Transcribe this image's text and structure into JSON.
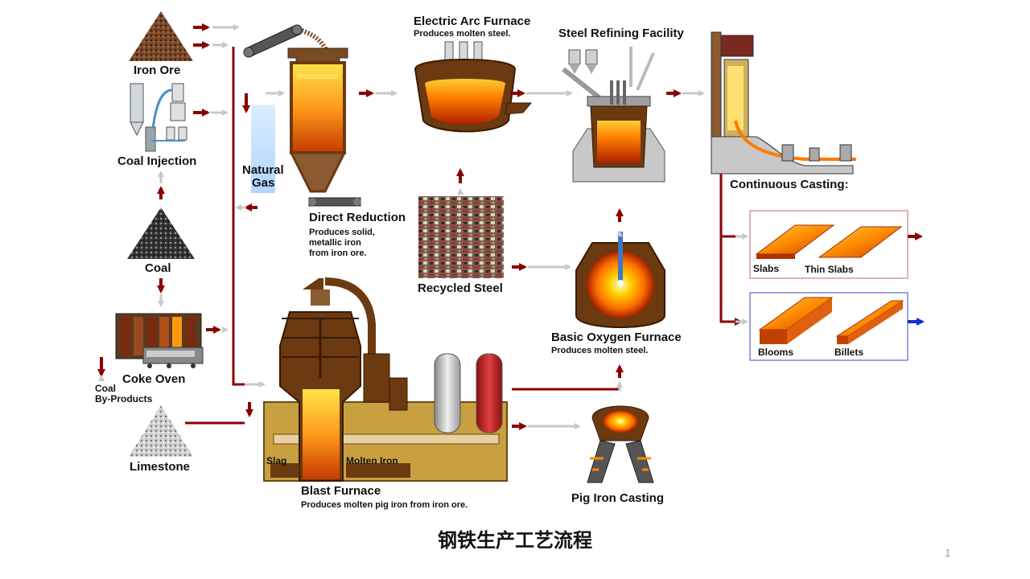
{
  "labels": {
    "iron_ore": "Iron Ore",
    "coal_injection": "Coal Injection",
    "coal": "Coal",
    "coke_oven": "Coke Oven",
    "coal_byproducts_line1": "Coal",
    "coal_byproducts_line2": "By-Products",
    "limestone": "Limestone",
    "natural_gas_line1": "Natural",
    "natural_gas_line2": "Gas",
    "direct_reduction": "Direct Reduction",
    "direct_reduction_desc1": "Produces solid,",
    "direct_reduction_desc2": "metallic iron",
    "direct_reduction_desc3": "from iron ore.",
    "eaf": "Electric Arc Furnace",
    "eaf_desc": "Produces molten steel.",
    "recycled_steel": "Recycled Steel",
    "steel_refining": "Steel Refining Facility",
    "bof": "Basic Oxygen Furnace",
    "bof_desc": "Produces molten steel.",
    "continuous_casting": "Continuous Casting:",
    "slabs": "Slabs",
    "thin_slabs": "Thin Slabs",
    "blooms": "Blooms",
    "billets": "Billets",
    "blast_furnace": "Blast Furnace",
    "blast_furnace_desc": "Produces molten pig iron from iron ore.",
    "slag": "Slag",
    "molten_iron": "Molten Iron",
    "pig_iron_casting": "Pig Iron Casting"
  },
  "title": "钢铁生产工艺流程",
  "page_number": "1",
  "colors": {
    "arrow_dark_red": "#8b0000",
    "arrow_grey": "#c8c8c8",
    "furnace_brown": "#6b3a10",
    "molten_orange": "#ff8c00",
    "molten_yellow": "#ffd700",
    "blue_arrow": "#1030d0"
  }
}
